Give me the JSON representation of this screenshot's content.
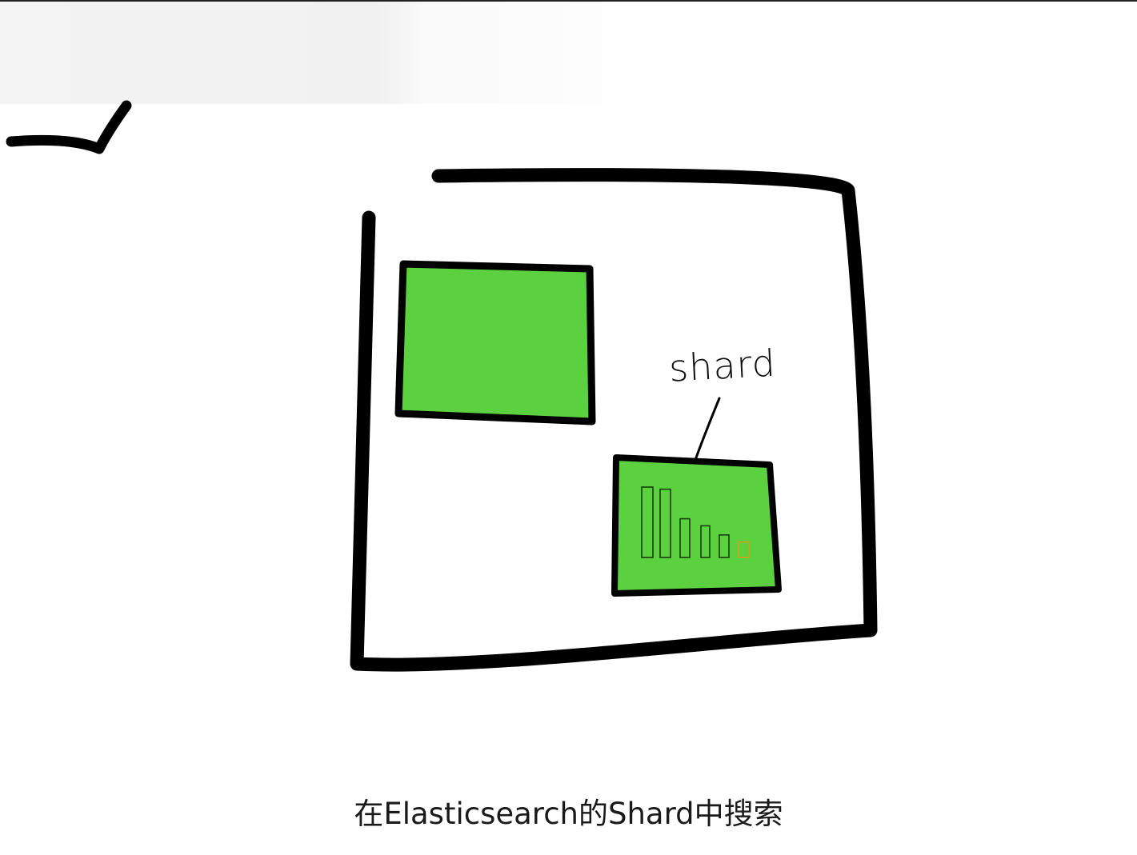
{
  "diagram": {
    "shard_label": "shard",
    "colors": {
      "shard_fill": "#5cd13f",
      "outline": "#000000",
      "highlight_segment": "#d4a017"
    },
    "segments": [
      {
        "level": 1.0,
        "highlight": false
      },
      {
        "level": 0.97,
        "highlight": false
      },
      {
        "level": 0.55,
        "highlight": false
      },
      {
        "level": 0.45,
        "highlight": false
      },
      {
        "level": 0.32,
        "highlight": false
      },
      {
        "level": 0.22,
        "highlight": true
      }
    ]
  },
  "caption": {
    "text": "在Elasticsearch的Shard中搜索"
  }
}
